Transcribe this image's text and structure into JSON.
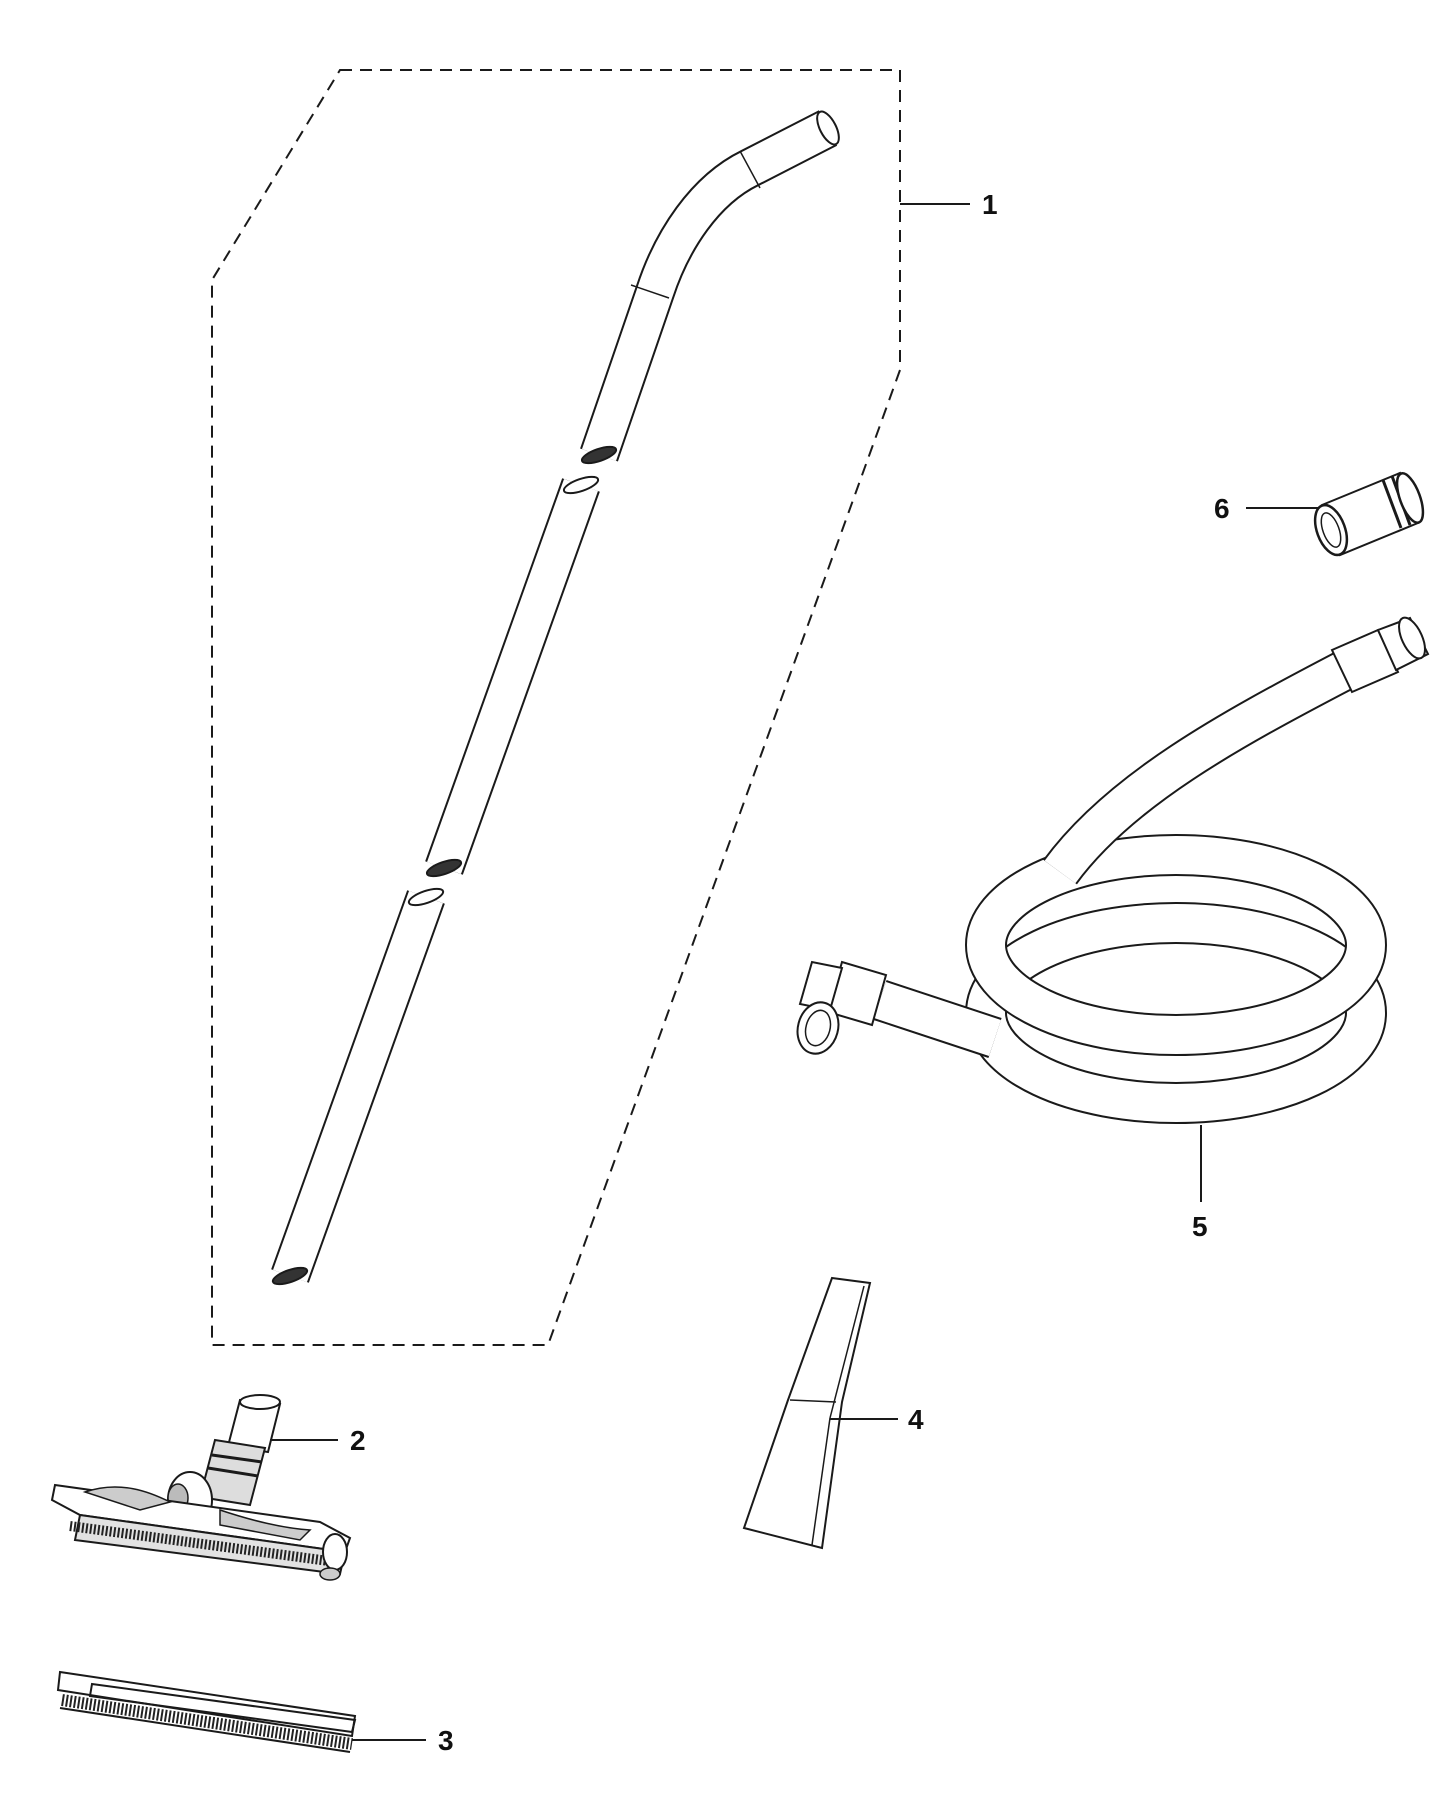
{
  "diagram": {
    "type": "exploded parts diagram",
    "colors": {
      "line": "#1a1a1a",
      "fill": "#ffffff",
      "shade": "#d9d9d9",
      "dark": "#333333"
    },
    "callouts": [
      {
        "number": "1",
        "part": "extension-tube-set"
      },
      {
        "number": "2",
        "part": "floor-nozzle"
      },
      {
        "number": "3",
        "part": "squeegee-strips"
      },
      {
        "number": "4",
        "part": "crevice-tool"
      },
      {
        "number": "5",
        "part": "suction-hose"
      },
      {
        "number": "6",
        "part": "hose-adapter"
      }
    ]
  }
}
